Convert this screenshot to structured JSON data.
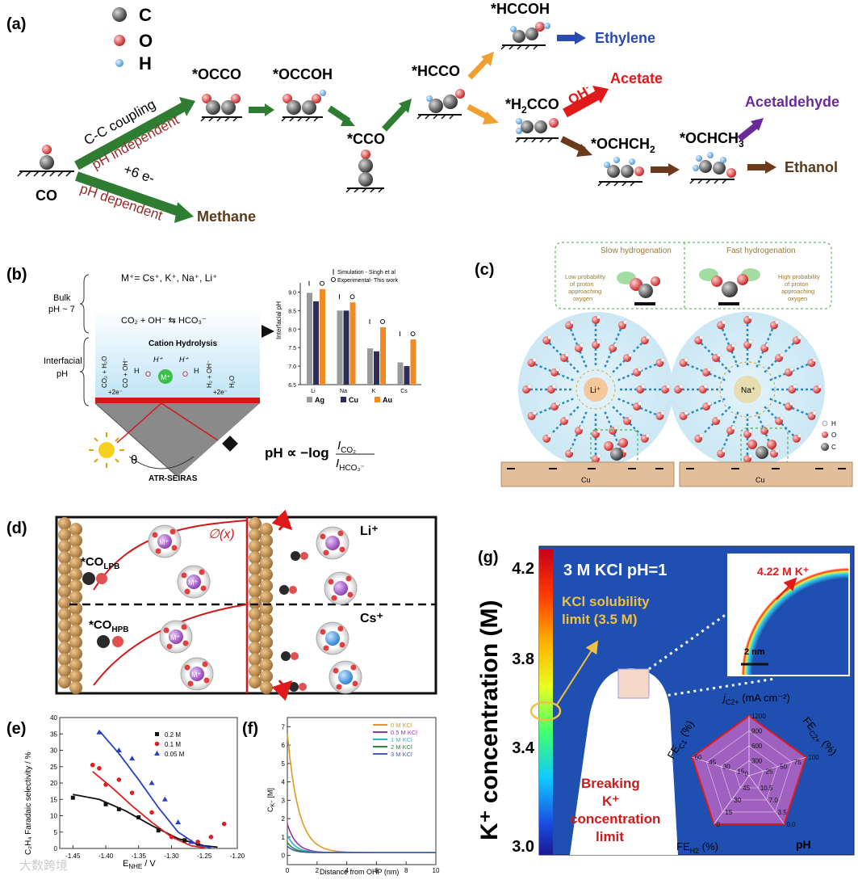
{
  "panel_a": {
    "label": "(a)",
    "legend": {
      "c": "C",
      "o": "O",
      "h": "H"
    },
    "co": "CO",
    "cc_coupling": "C-C coupling",
    "ph_independent": "pH independent",
    "six_e": "+6 e-",
    "ph_dependent": "pH dependent",
    "methane": "Methane",
    "occo": "*OCCO",
    "occoh": "*OCCOH",
    "cco": "*CCO",
    "hcco": "*HCCO",
    "hccoh": "*HCCOH",
    "ethylene": "Ethylene",
    "h2cco": "*H",
    "h2cco_sub": "2",
    "h2cco_tail": "CCO",
    "oh": "OH",
    "oh_sup": "-",
    "acetate": "Acetate",
    "acetaldehyde": "Acetaldehyde",
    "ochch2": "*OCHCH",
    "ochch2_sub": "2",
    "ochch3": "*OCHCH",
    "ochch3_sub": "3",
    "ethanol": "Ethanol"
  },
  "panel_b": {
    "label": "(b)",
    "cations": "M⁺= Cs⁺, K⁺, Na⁺, Li⁺",
    "bulk": "Bulk",
    "bulk_ph": "pH ~ 7",
    "equation": "CO₂ + OH⁻ ⇆ HCO₃⁻",
    "cation_hydrolysis": "Cation Hydrolysis",
    "interfacial": "Interfacial",
    "interfacial_ph": "pH",
    "atr": "ATR-SEIRAS",
    "theta": "θ",
    "ph_formula": "pH ∝ −log",
    "i_co2": "I",
    "i_co2_sub": "CO₂",
    "i_hco3": "I",
    "i_hco3_sub": "HCO₃⁻",
    "legend_sim": "Simulation - Singh et al",
    "legend_exp": "Experimental- This work",
    "metals": [
      "Ag",
      "Cu",
      "Au"
    ],
    "ylabel": "Interfacial pH"
  },
  "chart_b": {
    "type": "bar",
    "categories": [
      "Li",
      "Na",
      "K",
      "Cs"
    ],
    "series": [
      {
        "name": "Ag",
        "values": [
          8.98,
          8.5,
          7.48,
          7.1
        ]
      },
      {
        "name": "Cu",
        "values": [
          8.75,
          8.5,
          7.4,
          7.0
        ]
      },
      {
        "name": "Au",
        "values": [
          9.08,
          8.72,
          8.05,
          7.72
        ]
      }
    ],
    "ylim": [
      6.5,
      9.25
    ],
    "yticks": [
      "6.5",
      "7.0",
      "7.5",
      "8.0",
      "8.5",
      "9.0"
    ],
    "colors": [
      "#9a9a9a",
      "#2d2d55",
      "#f08a24"
    ]
  },
  "panel_c": {
    "label": "(c)",
    "slow": "Slow hydrogenation",
    "fast": "Fast hydrogenation",
    "low_prob": [
      "Low probability",
      "of proton",
      "approaching",
      "oxygen"
    ],
    "high_prob": [
      "High probability",
      "of proton",
      "approaching",
      "oxygen"
    ],
    "li": "Li⁺",
    "na": "Na⁺",
    "cu": "Cu",
    "legend": {
      "h": "H",
      "o": "O",
      "c": "C"
    }
  },
  "panel_d": {
    "label": "(d)",
    "phi": "∅(x)",
    "co_lpb": "*CO",
    "co_lpb_sub": "LPB",
    "co_hpb": "*CO",
    "co_hpb_sub": "HPB",
    "m": "M⁺",
    "li": "Li⁺",
    "cs": "Cs⁺"
  },
  "panel_e": {
    "label": "(e)",
    "ylabel": "C₂H₄ Faradaic selectivity / %",
    "xlabel": "E",
    "xlabel_sub": "NHE",
    "xlabel_tail": " / V",
    "xticks": [
      "-1.45",
      "-1.40",
      "-1.35",
      "-1.30",
      "-1.25",
      "-1.20"
    ],
    "yticks": [
      "0",
      "5",
      "10",
      "15",
      "20",
      "25",
      "30",
      "35",
      "40"
    ]
  },
  "chart_e": {
    "type": "scatter",
    "xlim": [
      -1.47,
      -1.2
    ],
    "ylim": [
      0,
      40
    ],
    "series": [
      {
        "name": "0.2 M",
        "color": "#111111",
        "points": [
          [
            -1.45,
            15.5
          ],
          [
            -1.4,
            13.5
          ],
          [
            -1.38,
            12
          ],
          [
            -1.35,
            9.5
          ],
          [
            -1.32,
            5.5
          ],
          [
            -1.28,
            2.5
          ],
          [
            -1.26,
            1.5
          ]
        ]
      },
      {
        "name": "0.1 M",
        "color": "#e02020",
        "points": [
          [
            -1.42,
            25.5
          ],
          [
            -1.41,
            24.5
          ],
          [
            -1.4,
            19.5
          ],
          [
            -1.38,
            21
          ],
          [
            -1.36,
            17
          ],
          [
            -1.33,
            11
          ],
          [
            -1.3,
            3.5
          ],
          [
            -1.26,
            2
          ],
          [
            -1.24,
            3.5
          ],
          [
            -1.22,
            7.5
          ]
        ]
      },
      {
        "name": "0.05 M",
        "color": "#2a40c0",
        "points": [
          [
            -1.41,
            35.5
          ],
          [
            -1.38,
            30
          ],
          [
            -1.36,
            27.5
          ],
          [
            -1.33,
            20
          ],
          [
            -1.31,
            15
          ],
          [
            -1.29,
            8
          ],
          [
            -1.27,
            2
          ]
        ]
      }
    ],
    "fits": [
      {
        "color": "#111111",
        "points": [
          [
            -1.45,
            16.5
          ],
          [
            -1.41,
            15
          ],
          [
            -1.37,
            11.5
          ],
          [
            -1.33,
            7
          ],
          [
            -1.29,
            3
          ],
          [
            -1.25,
            0.8
          ],
          [
            -1.23,
            0.4
          ]
        ]
      },
      {
        "color": "#e02020",
        "points": [
          [
            -1.42,
            23.5
          ],
          [
            -1.39,
            18.5
          ],
          [
            -1.36,
            13
          ],
          [
            -1.33,
            8
          ],
          [
            -1.3,
            3.5
          ],
          [
            -1.27,
            0.8
          ],
          [
            -1.25,
            0.2
          ]
        ]
      },
      {
        "color": "#2a40c0",
        "points": [
          [
            -1.41,
            36
          ],
          [
            -1.38,
            29
          ],
          [
            -1.35,
            21
          ],
          [
            -1.32,
            12.5
          ],
          [
            -1.29,
            5
          ],
          [
            -1.26,
            1
          ],
          [
            -1.24,
            0.2
          ]
        ]
      }
    ]
  },
  "panel_f": {
    "label": "(f)",
    "ylabel": "C",
    "ylabel_sub": "K⁺",
    "ylabel_tail": " [M]",
    "xlabel": "Distance from OHP (nm)",
    "xticks": [
      "0",
      "2",
      "4",
      "6",
      "8",
      "10"
    ],
    "yticks": [
      "0",
      "1",
      "2",
      "3",
      "4",
      "5",
      "6",
      "7"
    ]
  },
  "chart_f": {
    "type": "line",
    "xlim": [
      0,
      10
    ],
    "ylim": [
      -0.5,
      7.5
    ],
    "series": [
      {
        "name": "0 M KCl",
        "color": "#e09a20",
        "start": 6.6,
        "end": 0.15,
        "decay": 0.75
      },
      {
        "name": "0.5 M KCl",
        "color": "#9a30b0",
        "start": 1.7,
        "end": 0.15,
        "decay": 0.6
      },
      {
        "name": "1 M KCl",
        "color": "#30b0d0",
        "start": 1.1,
        "end": 0.15,
        "decay": 0.55
      },
      {
        "name": "2 M KCl",
        "color": "#2a8a40",
        "start": 0.7,
        "end": 0.15,
        "decay": 0.5
      },
      {
        "name": "3 M KCl",
        "color": "#4060b0",
        "start": 0.5,
        "end": 0.15,
        "decay": 0.45
      }
    ]
  },
  "panel_g": {
    "label": "(g)",
    "title": "3 M KCl  pH=1",
    "ylabel": "K⁺ concentration (M)",
    "yticks": [
      "3.0",
      "3.4",
      "3.8",
      "4.2"
    ],
    "solubility": [
      "KCl solubility",
      "limit (3.5 M)"
    ],
    "inset_value": "4.22 M K⁺",
    "scale": "2 nm",
    "breaking": [
      "Breaking",
      "K⁺",
      "concentration",
      "limit"
    ],
    "radar_top": "j",
    "radar_top_sub": "C2+",
    "radar_top_tail": " (mA cm⁻²)",
    "radar_fec1": "FE",
    "radar_fec1_sub": "C1",
    "radar_fec1_tail": " (%)",
    "radar_fec2": "FE",
    "radar_fec2_sub": "C2+",
    "radar_fec2_tail": " (%)",
    "radar_feh2": "FE",
    "radar_feh2_sub": "H2",
    "radar_feh2_tail": " (%)",
    "radar_ph": "pH",
    "radar_labels": {
      "top": [
        "1200",
        "900",
        "600",
        "300"
      ],
      "fec1": [
        "0",
        "15",
        "30",
        "45",
        "60"
      ],
      "fec2": [
        "100",
        "75",
        "50",
        "25"
      ],
      "feh2": [
        "0",
        "15",
        "30",
        "45"
      ],
      "ph": [
        "0.0",
        "3.5",
        "7.0",
        "10.5"
      ]
    },
    "colors": {
      "bg": "#1f4fb0",
      "accent": "#f0c040",
      "red": "#e01a1a"
    }
  },
  "watermark": "大数跨境"
}
